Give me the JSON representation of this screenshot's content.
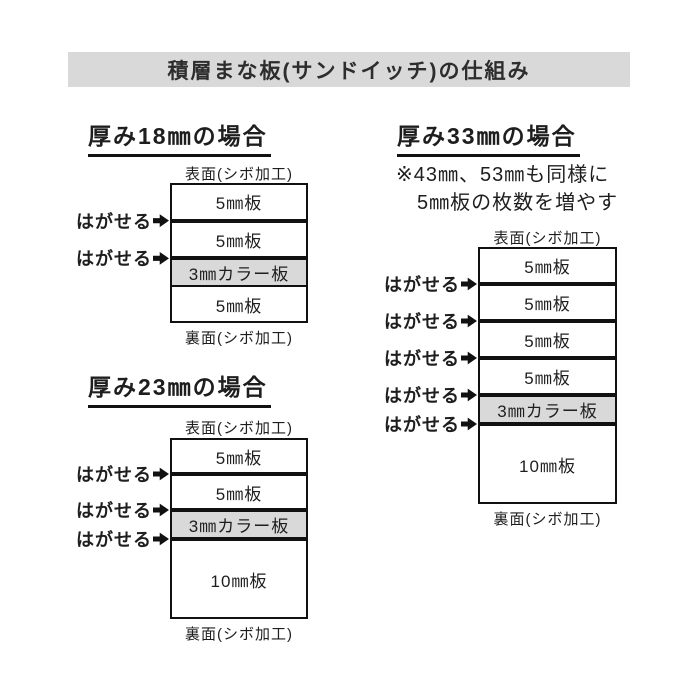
{
  "title": "積層まな板(サンドイッチ)の仕組み",
  "labels": {
    "surface": "表面(シボ加工)",
    "back": "裏面(シボ加工)",
    "peel": "はがせる"
  },
  "colors": {
    "header_bg": "#d9d9d9",
    "color_board_bg": "#d9d9d9",
    "line": "#111111",
    "text": "#1e1e1e"
  },
  "diagrams": [
    {
      "heading": "厚み18㎜の場合",
      "note_lines": [],
      "layers": [
        {
          "label": "5㎜板",
          "mm": 5,
          "color": false
        },
        {
          "label": "5㎜板",
          "mm": 5,
          "color": false,
          "peel_above": true
        },
        {
          "label": "3㎜カラー板",
          "mm": 3,
          "color": true,
          "peel_above": true
        },
        {
          "label": "5㎜板",
          "mm": 5,
          "color": false,
          "peel_above": false
        }
      ]
    },
    {
      "heading": "厚み23㎜の場合",
      "note_lines": [],
      "layers": [
        {
          "label": "5㎜板",
          "mm": 5,
          "color": false
        },
        {
          "label": "5㎜板",
          "mm": 5,
          "color": false,
          "peel_above": true
        },
        {
          "label": "3㎜カラー板",
          "mm": 3,
          "color": true,
          "peel_above": true
        },
        {
          "label": "10㎜板",
          "mm": 10,
          "color": false,
          "peel_above": true
        }
      ]
    },
    {
      "heading": "厚み33㎜の場合",
      "note_lines": [
        "※43㎜、53㎜も同様に",
        "5㎜板の枚数を増やす"
      ],
      "layers": [
        {
          "label": "5㎜板",
          "mm": 5,
          "color": false
        },
        {
          "label": "5㎜板",
          "mm": 5,
          "color": false,
          "peel_above": true
        },
        {
          "label": "5㎜板",
          "mm": 5,
          "color": false,
          "peel_above": true
        },
        {
          "label": "5㎜板",
          "mm": 5,
          "color": false,
          "peel_above": true
        },
        {
          "label": "3㎜カラー板",
          "mm": 3,
          "color": true,
          "peel_above": true
        },
        {
          "label": "10㎜板",
          "mm": 10,
          "color": false,
          "peel_above": true
        }
      ]
    }
  ]
}
